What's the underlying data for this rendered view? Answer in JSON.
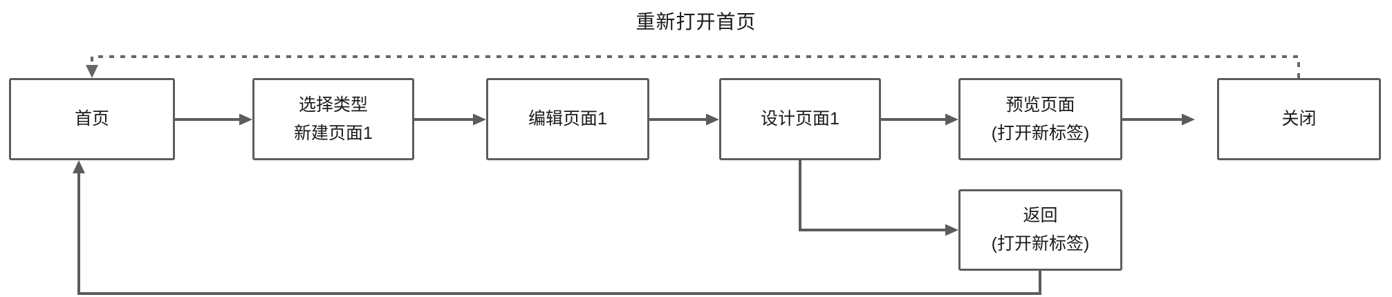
{
  "diagram": {
    "title": "重新打开首页",
    "background_color": "#ffffff",
    "line_color": "#5c5c5c",
    "dotted_line_color": "#666666",
    "text_color": "#1a1a1a",
    "nodes": [
      {
        "name": "home",
        "lines": [
          "首页"
        ]
      },
      {
        "name": "select-type-new-page",
        "lines": [
          "选择类型",
          "新建页面1"
        ]
      },
      {
        "name": "edit-page-1",
        "lines": [
          "编辑页面1"
        ]
      },
      {
        "name": "design-page-1",
        "lines": [
          "设计页面1"
        ]
      },
      {
        "name": "preview-page",
        "lines": [
          "预览页面",
          "(打开新标签)"
        ]
      },
      {
        "name": "close",
        "lines": [
          "关闭"
        ]
      },
      {
        "name": "back",
        "lines": [
          "返回",
          "(打开新标签)"
        ]
      }
    ],
    "edges": [
      {
        "from": "home",
        "to": "select-type-new-page",
        "style": "solid-arrow"
      },
      {
        "from": "select-type-new-page",
        "to": "edit-page-1",
        "style": "solid-arrow"
      },
      {
        "from": "edit-page-1",
        "to": "design-page-1",
        "style": "solid-arrow"
      },
      {
        "from": "design-page-1",
        "to": "preview-page",
        "style": "solid-arrow"
      },
      {
        "from": "preview-page",
        "to": "close",
        "style": "solid-arrow"
      },
      {
        "from": "design-page-1",
        "to": "back",
        "style": "solid-arrow"
      },
      {
        "from": "back",
        "to": "home",
        "style": "solid-arrow"
      },
      {
        "from": "close",
        "to": "home",
        "style": "dotted-arrow",
        "label": "重新打开首页"
      }
    ]
  }
}
